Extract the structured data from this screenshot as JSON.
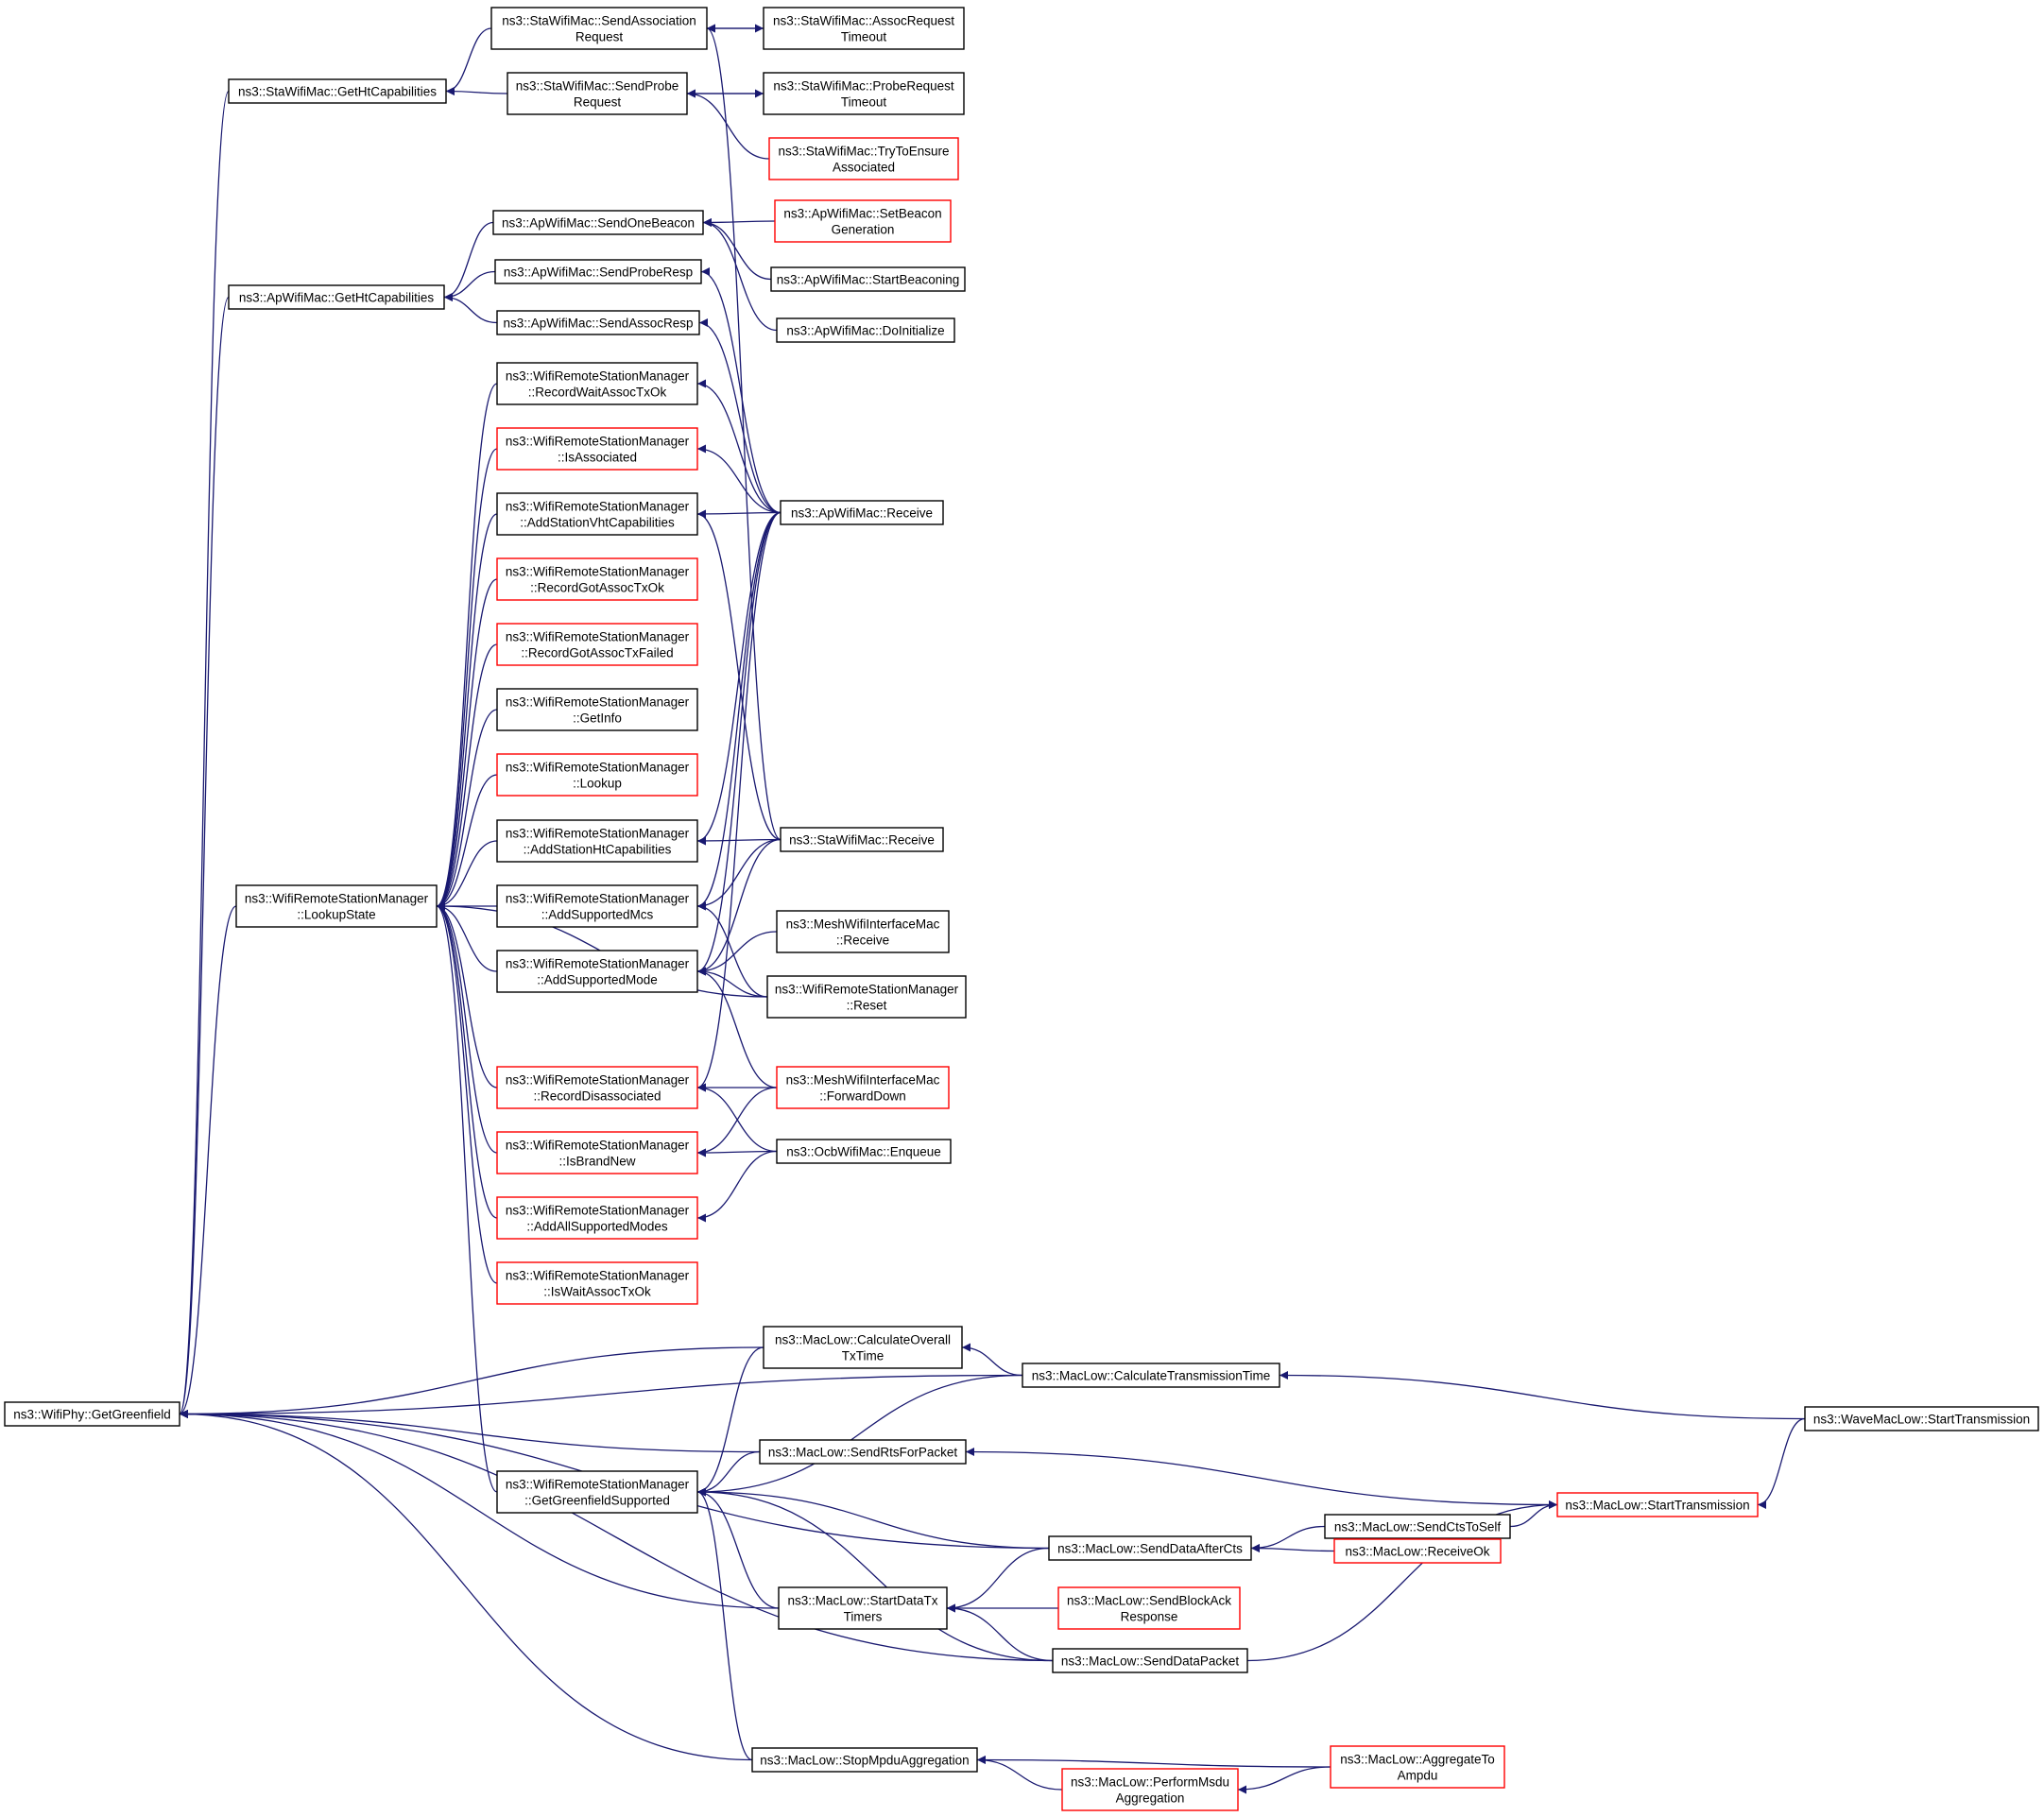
{
  "colors": {
    "edge": "#191970",
    "box_default": "#000000",
    "box_red": "#ff0000",
    "root_fill": "#bfbfbf",
    "text": "#000000"
  },
  "nodes": [
    {
      "id": "getGreenfield",
      "lines": [
        "ns3::WifiPhy::GetGreenfield"
      ],
      "border": "black",
      "root": true
    },
    {
      "id": "staGetHt",
      "lines": [
        "ns3::StaWifiMac::GetHtCapabilities"
      ],
      "border": "black"
    },
    {
      "id": "staSendAssoc",
      "lines": [
        "ns3::StaWifiMac::SendAssociation",
        "Request"
      ],
      "border": "black"
    },
    {
      "id": "staAssocTimeout",
      "lines": [
        "ns3::StaWifiMac::AssocRequest",
        "Timeout"
      ],
      "border": "black"
    },
    {
      "id": "staSendProbe",
      "lines": [
        "ns3::StaWifiMac::SendProbe",
        "Request"
      ],
      "border": "black"
    },
    {
      "id": "staProbeTimeout",
      "lines": [
        "ns3::StaWifiMac::ProbeRequest",
        "Timeout"
      ],
      "border": "black"
    },
    {
      "id": "staTryEnsure",
      "lines": [
        "ns3::StaWifiMac::TryToEnsure",
        "Associated"
      ],
      "border": "red"
    },
    {
      "id": "apGetHt",
      "lines": [
        "ns3::ApWifiMac::GetHtCapabilities"
      ],
      "border": "black"
    },
    {
      "id": "apSendBeacon",
      "lines": [
        "ns3::ApWifiMac::SendOneBeacon"
      ],
      "border": "black"
    },
    {
      "id": "apSetBeaconGen",
      "lines": [
        "ns3::ApWifiMac::SetBeacon",
        "Generation"
      ],
      "border": "red"
    },
    {
      "id": "apStartBeaconing",
      "lines": [
        "ns3::ApWifiMac::StartBeaconing"
      ],
      "border": "black"
    },
    {
      "id": "apSendProbeResp",
      "lines": [
        "ns3::ApWifiMac::SendProbeResp"
      ],
      "border": "black"
    },
    {
      "id": "apDoInit",
      "lines": [
        "ns3::ApWifiMac::DoInitialize"
      ],
      "border": "black"
    },
    {
      "id": "apSendAssocResp",
      "lines": [
        "ns3::ApWifiMac::SendAssocResp"
      ],
      "border": "black"
    },
    {
      "id": "wrsRecordWait",
      "lines": [
        "ns3::WifiRemoteStationManager",
        "::RecordWaitAssocTxOk"
      ],
      "border": "black"
    },
    {
      "id": "wrsIsAssoc",
      "lines": [
        "ns3::WifiRemoteStationManager",
        "::IsAssociated"
      ],
      "border": "red"
    },
    {
      "id": "wrsAddVht",
      "lines": [
        "ns3::WifiRemoteStationManager",
        "::AddStationVhtCapabilities"
      ],
      "border": "black"
    },
    {
      "id": "apReceive",
      "lines": [
        "ns3::ApWifiMac::Receive"
      ],
      "border": "black"
    },
    {
      "id": "wrsRecordGot",
      "lines": [
        "ns3::WifiRemoteStationManager",
        "::RecordGotAssocTxOk"
      ],
      "border": "red"
    },
    {
      "id": "wrsRecordFailed",
      "lines": [
        "ns3::WifiRemoteStationManager",
        "::RecordGotAssocTxFailed"
      ],
      "border": "red"
    },
    {
      "id": "wrsGetInfo",
      "lines": [
        "ns3::WifiRemoteStationManager",
        "::GetInfo"
      ],
      "border": "black"
    },
    {
      "id": "wrsLookup",
      "lines": [
        "ns3::WifiRemoteStationManager",
        "::Lookup"
      ],
      "border": "red"
    },
    {
      "id": "wrsAddHt",
      "lines": [
        "ns3::WifiRemoteStationManager",
        "::AddStationHtCapabilities"
      ],
      "border": "black"
    },
    {
      "id": "staReceive",
      "lines": [
        "ns3::StaWifiMac::Receive"
      ],
      "border": "black"
    },
    {
      "id": "wrsLookupState",
      "lines": [
        "ns3::WifiRemoteStationManager",
        "::LookupState"
      ],
      "border": "black"
    },
    {
      "id": "wrsAddMcs",
      "lines": [
        "ns3::WifiRemoteStationManager",
        "::AddSupportedMcs"
      ],
      "border": "black"
    },
    {
      "id": "meshReceive",
      "lines": [
        "ns3::MeshWifiInterfaceMac",
        "::Receive"
      ],
      "border": "black"
    },
    {
      "id": "wrsAddMode",
      "lines": [
        "ns3::WifiRemoteStationManager",
        "::AddSupportedMode"
      ],
      "border": "black"
    },
    {
      "id": "wrsReset",
      "lines": [
        "ns3::WifiRemoteStationManager",
        "::Reset"
      ],
      "border": "black"
    },
    {
      "id": "wrsRecordDisassoc",
      "lines": [
        "ns3::WifiRemoteStationManager",
        "::RecordDisassociated"
      ],
      "border": "red"
    },
    {
      "id": "meshForwardDown",
      "lines": [
        "ns3::MeshWifiInterfaceMac",
        "::ForwardDown"
      ],
      "border": "red"
    },
    {
      "id": "wrsIsBrandNew",
      "lines": [
        "ns3::WifiRemoteStationManager",
        "::IsBrandNew"
      ],
      "border": "red"
    },
    {
      "id": "ocbEnqueue",
      "lines": [
        "ns3::OcbWifiMac::Enqueue"
      ],
      "border": "black"
    },
    {
      "id": "wrsAddAllModes",
      "lines": [
        "ns3::WifiRemoteStationManager",
        "::AddAllSupportedModes"
      ],
      "border": "red"
    },
    {
      "id": "wrsIsWait",
      "lines": [
        "ns3::WifiRemoteStationManager",
        "::IsWaitAssocTxOk"
      ],
      "border": "red"
    },
    {
      "id": "mlCalcOverall",
      "lines": [
        "ns3::MacLow::CalculateOverall",
        "TxTime"
      ],
      "border": "black"
    },
    {
      "id": "mlCalcTx",
      "lines": [
        "ns3::MacLow::CalculateTransmissionTime"
      ],
      "border": "black"
    },
    {
      "id": "waveStartTx",
      "lines": [
        "ns3::WaveMacLow::StartTransmission"
      ],
      "border": "black"
    },
    {
      "id": "mlSendRts",
      "lines": [
        "ns3::MacLow::SendRtsForPacket"
      ],
      "border": "black"
    },
    {
      "id": "wrsGetGreenfield",
      "lines": [
        "ns3::WifiRemoteStationManager",
        "::GetGreenfieldSupported"
      ],
      "border": "black"
    },
    {
      "id": "mlStartTx",
      "lines": [
        "ns3::MacLow::StartTransmission"
      ],
      "border": "red"
    },
    {
      "id": "mlSendCts",
      "lines": [
        "ns3::MacLow::SendCtsToSelf"
      ],
      "border": "black"
    },
    {
      "id": "mlSendDataAfterCts",
      "lines": [
        "ns3::MacLow::SendDataAfterCts"
      ],
      "border": "black"
    },
    {
      "id": "mlReceiveOk",
      "lines": [
        "ns3::MacLow::ReceiveOk"
      ],
      "border": "red"
    },
    {
      "id": "mlStartDataTx",
      "lines": [
        "ns3::MacLow::StartDataTx",
        "Timers"
      ],
      "border": "black"
    },
    {
      "id": "mlSendBlockAck",
      "lines": [
        "ns3::MacLow::SendBlockAck",
        "Response"
      ],
      "border": "red"
    },
    {
      "id": "mlSendDataPacket",
      "lines": [
        "ns3::MacLow::SendDataPacket"
      ],
      "border": "black"
    },
    {
      "id": "mlStopMpdu",
      "lines": [
        "ns3::MacLow::StopMpduAggregation"
      ],
      "border": "black"
    },
    {
      "id": "mlAggToAmpdu",
      "lines": [
        "ns3::MacLow::AggregateTo",
        "Ampdu"
      ],
      "border": "red"
    },
    {
      "id": "mlPerformMsdu",
      "lines": [
        "ns3::MacLow::PerformMsdu",
        "Aggregation"
      ],
      "border": "red"
    }
  ],
  "edges": [
    [
      "staGetHt",
      "getGreenfield"
    ],
    [
      "apGetHt",
      "getGreenfield"
    ],
    [
      "wrsLookupState",
      "getGreenfield"
    ],
    [
      "mlCalcOverall",
      "getGreenfield"
    ],
    [
      "mlCalcTx",
      "getGreenfield"
    ],
    [
      "mlSendRts",
      "getGreenfield"
    ],
    [
      "mlSendDataAfterCts",
      "getGreenfield"
    ],
    [
      "mlStartDataTx",
      "getGreenfield"
    ],
    [
      "mlSendDataPacket",
      "getGreenfield"
    ],
    [
      "mlStopMpdu",
      "getGreenfield"
    ],
    [
      "staSendAssoc",
      "staGetHt"
    ],
    [
      "staSendProbe",
      "staGetHt"
    ],
    [
      "staAssocTimeout",
      "staSendAssoc"
    ],
    [
      "staSendAssoc",
      "staAssocTimeout"
    ],
    [
      "staProbeTimeout",
      "staSendProbe"
    ],
    [
      "staSendProbe",
      "staProbeTimeout"
    ],
    [
      "staTryEnsure",
      "staSendProbe"
    ],
    [
      "staReceive",
      "staSendAssoc"
    ],
    [
      "apSendBeacon",
      "apGetHt"
    ],
    [
      "apSendProbeResp",
      "apGetHt"
    ],
    [
      "apSendAssocResp",
      "apGetHt"
    ],
    [
      "apSetBeaconGen",
      "apSendBeacon"
    ],
    [
      "apStartBeaconing",
      "apSendBeacon"
    ],
    [
      "apDoInit",
      "apSendBeacon"
    ],
    [
      "apReceive",
      "apSendProbeResp"
    ],
    [
      "apReceive",
      "apSendAssocResp"
    ],
    [
      "wrsRecordWait",
      "wrsLookupState"
    ],
    [
      "wrsIsAssoc",
      "wrsLookupState"
    ],
    [
      "wrsAddVht",
      "wrsLookupState"
    ],
    [
      "wrsRecordGot",
      "wrsLookupState"
    ],
    [
      "wrsRecordFailed",
      "wrsLookupState"
    ],
    [
      "wrsGetInfo",
      "wrsLookupState"
    ],
    [
      "wrsLookup",
      "wrsLookupState"
    ],
    [
      "wrsAddHt",
      "wrsLookupState"
    ],
    [
      "wrsAddMcs",
      "wrsLookupState"
    ],
    [
      "wrsAddMode",
      "wrsLookupState"
    ],
    [
      "wrsReset",
      "wrsLookupState"
    ],
    [
      "wrsRecordDisassoc",
      "wrsLookupState"
    ],
    [
      "wrsIsBrandNew",
      "wrsLookupState"
    ],
    [
      "wrsAddAllModes",
      "wrsLookupState"
    ],
    [
      "wrsIsWait",
      "wrsLookupState"
    ],
    [
      "wrsGetGreenfield",
      "wrsLookupState"
    ],
    [
      "apReceive",
      "wrsRecordWait"
    ],
    [
      "apReceive",
      "wrsIsAssoc"
    ],
    [
      "apReceive",
      "wrsAddVht"
    ],
    [
      "staReceive",
      "wrsAddVht"
    ],
    [
      "apReceive",
      "wrsAddHt"
    ],
    [
      "staReceive",
      "wrsAddHt"
    ],
    [
      "apReceive",
      "wrsAddMcs"
    ],
    [
      "staReceive",
      "wrsAddMcs"
    ],
    [
      "wrsReset",
      "wrsAddMcs"
    ],
    [
      "apReceive",
      "wrsAddMode"
    ],
    [
      "staReceive",
      "wrsAddMode"
    ],
    [
      "meshReceive",
      "wrsAddMode"
    ],
    [
      "wrsReset",
      "wrsAddMode"
    ],
    [
      "meshForwardDown",
      "wrsAddMode"
    ],
    [
      "apReceive",
      "wrsRecordDisassoc"
    ],
    [
      "meshForwardDown",
      "wrsRecordDisassoc"
    ],
    [
      "ocbEnqueue",
      "wrsRecordDisassoc"
    ],
    [
      "meshForwardDown",
      "wrsIsBrandNew"
    ],
    [
      "ocbEnqueue",
      "wrsIsBrandNew"
    ],
    [
      "ocbEnqueue",
      "wrsAddAllModes"
    ],
    [
      "mlCalcTx",
      "mlCalcOverall"
    ],
    [
      "waveStartTx",
      "mlCalcTx"
    ],
    [
      "mlStartTx",
      "mlSendRts"
    ],
    [
      "waveStartTx",
      "mlStartTx"
    ],
    [
      "mlSendCts",
      "mlStartTx"
    ],
    [
      "mlSendDataPacket",
      "mlStartTx"
    ],
    [
      "mlCalcOverall",
      "wrsGetGreenfield"
    ],
    [
      "mlCalcTx",
      "wrsGetGreenfield"
    ],
    [
      "mlSendRts",
      "wrsGetGreenfield"
    ],
    [
      "mlSendDataAfterCts",
      "wrsGetGreenfield"
    ],
    [
      "mlStartDataTx",
      "wrsGetGreenfield"
    ],
    [
      "mlSendDataPacket",
      "wrsGetGreenfield"
    ],
    [
      "mlStopMpdu",
      "wrsGetGreenfield"
    ],
    [
      "mlSendCts",
      "mlSendDataAfterCts"
    ],
    [
      "mlReceiveOk",
      "mlSendDataAfterCts"
    ],
    [
      "mlSendDataAfterCts",
      "mlStartDataTx"
    ],
    [
      "mlSendBlockAck",
      "mlStartDataTx"
    ],
    [
      "mlSendDataPacket",
      "mlStartDataTx"
    ],
    [
      "mlAggToAmpdu",
      "mlStopMpdu"
    ],
    [
      "mlPerformMsdu",
      "mlStopMpdu"
    ],
    [
      "mlAggToAmpdu",
      "mlPerformMsdu"
    ]
  ]
}
